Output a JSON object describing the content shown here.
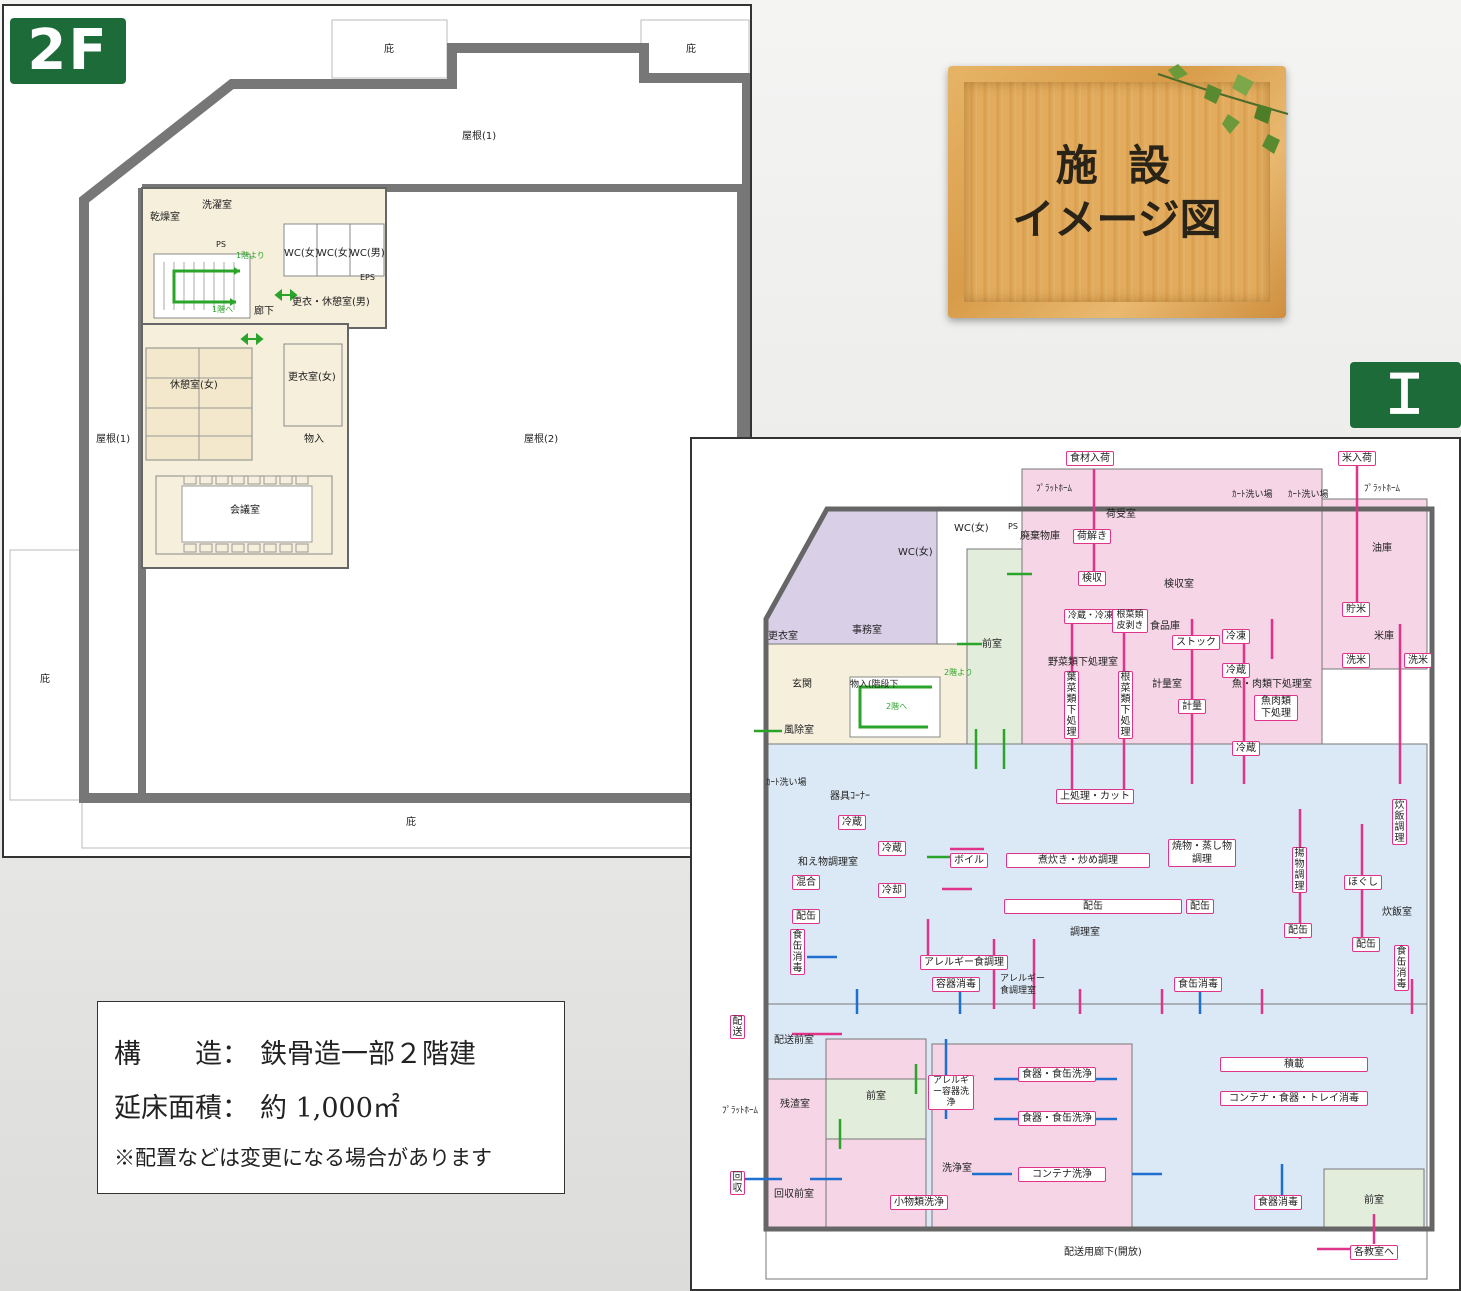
{
  "floor2": {
    "badge": "2F",
    "rooms": {
      "hisashi_top_left": "庇",
      "hisashi_top_right": "庇",
      "roof1_top": "屋根(1)",
      "drying_room": "乾燥室",
      "laundry_room": "洗濯室",
      "ps": "PS",
      "wc_f1": "WC(女)",
      "wc_f2": "WC(女)",
      "wc_m": "WC(男)",
      "eps": "EPS",
      "from_1f": "1階より",
      "to_1f": "1階へ",
      "corridor": "廊下",
      "changing_rest_m": "更衣・休憩室(男)",
      "changing_f": "更衣室(女)",
      "rest_f": "休憩室(女)",
      "storage": "物入",
      "roof1_left": "屋根(1)",
      "roof2": "屋根(2)",
      "meeting_room": "会議室",
      "hisashi_left": "庇",
      "hisashi_bottom": "庇"
    }
  },
  "board": {
    "line1": "施 設",
    "line2": "イメージ図"
  },
  "info": {
    "structure_label": "構　　造：",
    "structure_value": "鉄骨造一部２階建",
    "area_label": "延床面積：",
    "area_value": "約 1,000㎡",
    "note": "※配置などは変更になる場合があります"
  },
  "floor1": {
    "badge": "ＩＦ",
    "labels": {
      "ingredients_in": "食材入荷",
      "rice_in": "米入荷",
      "platform_top": "ﾌﾟﾗｯﾄﾎｰﾑ",
      "platform_top_right": "ﾌﾟﾗｯﾄﾎｰﾑ",
      "cart_wash1": "ｶｰﾄ洗い場",
      "cart_wash2": "ｶｰﾄ洗い場",
      "receiving_room": "荷受室",
      "waste_storage": "廃棄物庫",
      "unpacking": "荷解き",
      "wc_f_a": "WC(女)",
      "wc_f_b": "WC(女)",
      "ps": "PS",
      "oil_storage": "油庫",
      "inspection": "検収",
      "inspection_room": "検収室",
      "fridge_freeze": "冷蔵・冷凍",
      "root_peel": "根菜類皮剥き",
      "food_storage": "食品庫",
      "stock": "ストック",
      "freeze1": "冷凍",
      "rice_store_label": "貯米",
      "rice_storage": "米庫",
      "rice_wash1": "洗米",
      "rice_wash2": "洗米",
      "locker": "更衣室",
      "office": "事務室",
      "anteroom1": "前室",
      "veg_prep_room": "野菜類下処理室",
      "leaf_veg_prep": "葉菜類下処理",
      "root_veg_prep": "根菜類下処理",
      "weigh_room": "計量室",
      "weigh": "計量",
      "fridge1": "冷蔵",
      "fish_meat_room": "魚・肉類下処理室",
      "fish_meat_prep": "魚肉類下処理",
      "entrance": "玄関",
      "storage_stairs": "物入(階段下",
      "from_2f": "2階より",
      "to_2f": "2階へ",
      "windbreak": "風除室",
      "fridge2": "冷蔵",
      "cart_wash3": "ｶｰﾄ洗い場",
      "utensil_corner": "器具ｺｰﾅｰ",
      "upper_prep_cut": "上処理・カット",
      "rice_cook_prep": "炊飯調理",
      "fridge3": "冷蔵",
      "fridge4": "冷蔵",
      "japanese_room": "和え物調理室",
      "boil": "ボイル",
      "stew_stirfry": "煮炊き・炒め調理",
      "grill_steam": "焼物・蒸し物調理",
      "fry": "揚物調理",
      "loosen": "ほぐし",
      "mix": "混合",
      "chill": "冷却",
      "serve1": "配缶",
      "serve2": "配缶",
      "serve3": "配缶",
      "serve4": "配缶",
      "serve5": "配缶",
      "rice_cook_room": "炊飯室",
      "can_sterilize1": "食缶消毒",
      "cooking_room": "調理室",
      "allergy_cook": "アレルギー食調理",
      "container_sterilize": "容器消毒",
      "allergy_room": "アレルギー食調理室",
      "can_sterilize2": "食缶消毒",
      "can_sterilize3": "食缶消毒",
      "delivery_box": "配送",
      "delivery_anteroom": "配送前室",
      "loading": "積載",
      "container_tray_sterilize": "コンテナ・食器・トレイ消毒",
      "platform_bottom": "ﾌﾟﾗｯﾄﾎｰﾑ",
      "residue_room": "残渣室",
      "anteroom2": "前室",
      "allergy_wash": "アレルギー容器洗浄",
      "dish_can_wash1": "食器・食缶洗浄",
      "dish_can_wash2": "食器・食缶洗浄",
      "return_box": "回収",
      "washing_room": "洗浄室",
      "container_wash": "コンテナ洗浄",
      "return_anteroom": "回収前室",
      "small_wash": "小物類洗浄",
      "dish_sterilize": "食器消毒",
      "anteroom3": "前室",
      "delivery_corridor": "配送用廊下(開放)",
      "to_classrooms": "各教室へ"
    }
  },
  "colors": {
    "badge_green": "#1e6b3a",
    "floor2_room": "#f6efdc",
    "office_purple": "#d9d0e8",
    "receiving_pink": "#f6d6e6",
    "cooking_blue": "#dbe9f6",
    "anteroom_green": "#e3eddc",
    "flow_magenta": "#e0338a",
    "flow_blue": "#1f6fd0",
    "flow_green": "#2aa52a",
    "wood": "#dca457"
  }
}
